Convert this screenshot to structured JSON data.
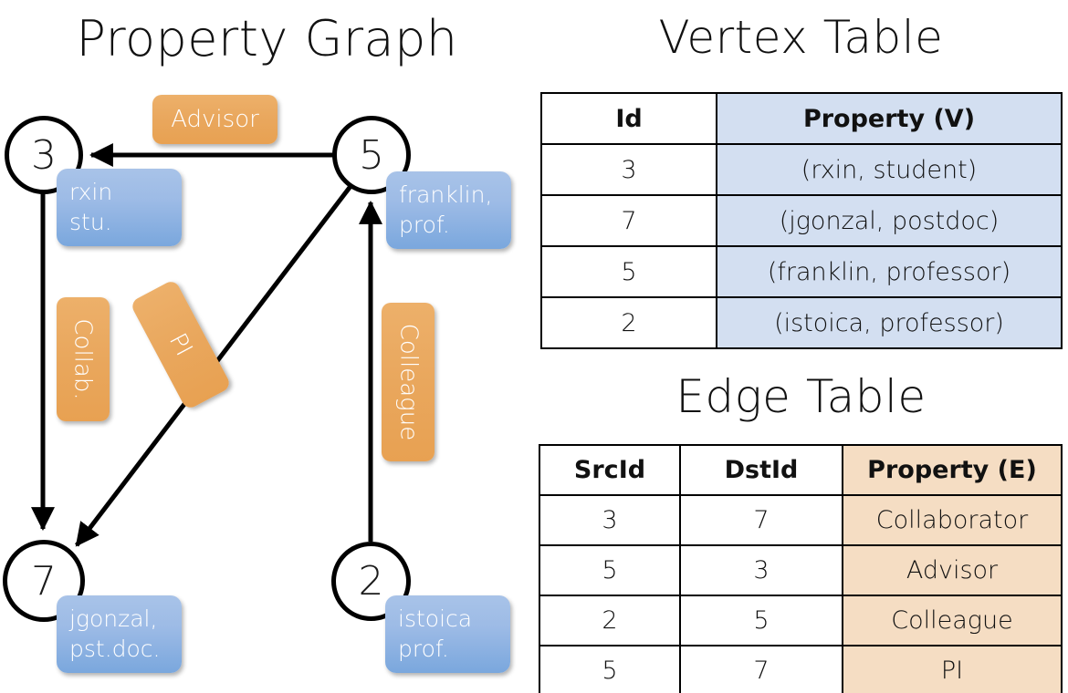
{
  "titles": {
    "property_graph": "Property Graph",
    "vertex_table": "Vertex Table",
    "edge_table": "Edge Table"
  },
  "colors": {
    "vertex_property_fill": "#d3dff1",
    "edge_property_fill": "#f5ddc3",
    "node_property_box": "#9dbbe6",
    "edge_label_box": "#e9a75d",
    "stroke": "#000000",
    "background": "#ffffff"
  },
  "graph": {
    "nodes": [
      {
        "id": "3",
        "label": "3",
        "property_lines": [
          "rxin",
          "stu."
        ]
      },
      {
        "id": "5",
        "label": "5",
        "property_lines": [
          "franklin,",
          "prof."
        ]
      },
      {
        "id": "7",
        "label": "7",
        "property_lines": [
          "jgonzal,",
          "pst.doc."
        ]
      },
      {
        "id": "2",
        "label": "2",
        "property_lines": [
          "istoica",
          "prof."
        ]
      }
    ],
    "edge_labels": [
      {
        "name": "advisor",
        "text": "Advisor",
        "orientation": "horizontal"
      },
      {
        "name": "collab",
        "text": "Collab.",
        "orientation": "vertical"
      },
      {
        "name": "pi",
        "text": "PI",
        "orientation": "diagonal"
      },
      {
        "name": "colleague",
        "text": "Colleague",
        "orientation": "vertical"
      }
    ],
    "edges": [
      {
        "src": "5",
        "dst": "3",
        "label": "Advisor"
      },
      {
        "src": "3",
        "dst": "7",
        "label": "Collab."
      },
      {
        "src": "5",
        "dst": "7",
        "label": "PI"
      },
      {
        "src": "2",
        "dst": "5",
        "label": "Colleague"
      }
    ]
  },
  "vertex_table": {
    "headers": [
      "Id",
      "Property (V)"
    ],
    "rows": [
      {
        "id": "3",
        "property": "(rxin, student)"
      },
      {
        "id": "7",
        "property": "(jgonzal, postdoc)"
      },
      {
        "id": "5",
        "property": "(franklin, professor)"
      },
      {
        "id": "2",
        "property": "(istoica, professor)"
      }
    ]
  },
  "edge_table": {
    "headers": [
      "SrcId",
      "DstId",
      "Property (E)"
    ],
    "rows": [
      {
        "src": "3",
        "dst": "7",
        "property": "Collaborator"
      },
      {
        "src": "5",
        "dst": "3",
        "property": "Advisor"
      },
      {
        "src": "2",
        "dst": "5",
        "property": "Colleague"
      },
      {
        "src": "5",
        "dst": "7",
        "property": "PI"
      }
    ]
  }
}
